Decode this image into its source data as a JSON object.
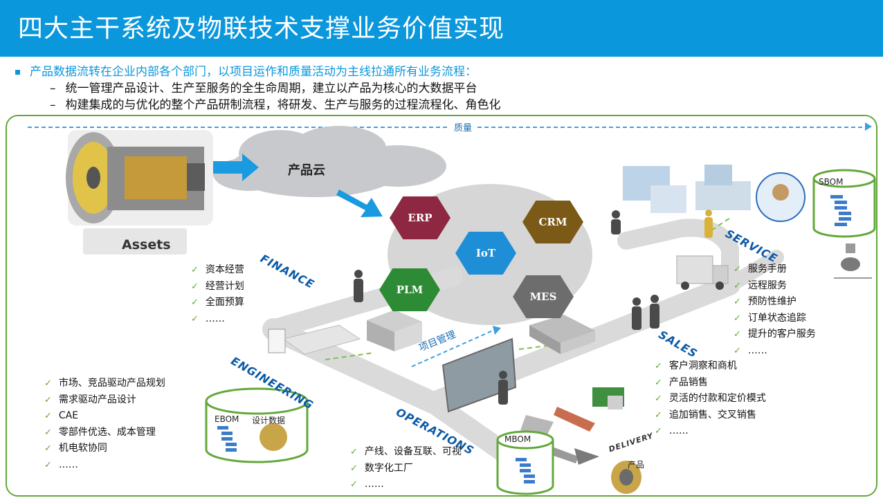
{
  "header": {
    "title": "四大主干系统及物联技术支撑业务价值实现"
  },
  "intro": {
    "bullet": "产品数据流转在企业内部各个部门，以项目运作和质量活动为主线拉通所有业务流程：",
    "subs": [
      "统一管理产品设计、生产至服务的全生命周期，建立以产品为核心的大数据平台",
      "构建集成的与优化的整个产品研制流程，将研发、生产与服务的过程流程化、角色化"
    ],
    "dash": "–"
  },
  "diagram": {
    "quality": "质量",
    "cloud": "产品云",
    "assets": "Assets",
    "project": "项目管理",
    "systems": {
      "erp": "ERP",
      "crm": "CRM",
      "iot": "IoT",
      "plm": "PLM",
      "mes": "MES"
    },
    "roads": {
      "finance": "FINANCE",
      "engineering": "ENGINEERING",
      "operations": "OPERATIONS",
      "sales": "SALES",
      "service": "SERVICE",
      "delivery": "DELIVERY"
    },
    "storage": {
      "sbom": "SBOM",
      "ebom": "EBOM",
      "ebom_note": "设计数据",
      "mbom": "MBOM",
      "product": "产品"
    },
    "finance_list": [
      "资本经营",
      "经营计划",
      "全面预算",
      "……"
    ],
    "engineering_list": [
      "市场、竞品驱动产品规划",
      "需求驱动产品设计",
      "CAE",
      "零部件优选、成本管理",
      "机电软协同",
      "……"
    ],
    "operations_list": [
      "产线、设备互联、可视",
      "数字化工厂",
      "……"
    ],
    "sales_list": [
      "客户洞察和商机",
      "产品销售",
      "灵活的付款和定价模式",
      "追加销售、交叉销售",
      "……"
    ],
    "service_list": [
      "服务手册",
      "远程服务",
      "预防性维护",
      "订单状态追踪",
      "提升的客户服务",
      "……"
    ],
    "check": "✓"
  },
  "colors": {
    "title_bar": "#0b97dc",
    "frame": "#63a83a",
    "erp": "#8e2742",
    "crm": "#7a5a16",
    "iot": "#1e8fd6",
    "plm": "#2e8b35",
    "mes": "#6d6d6d",
    "road_label": "#0d5aa7"
  }
}
